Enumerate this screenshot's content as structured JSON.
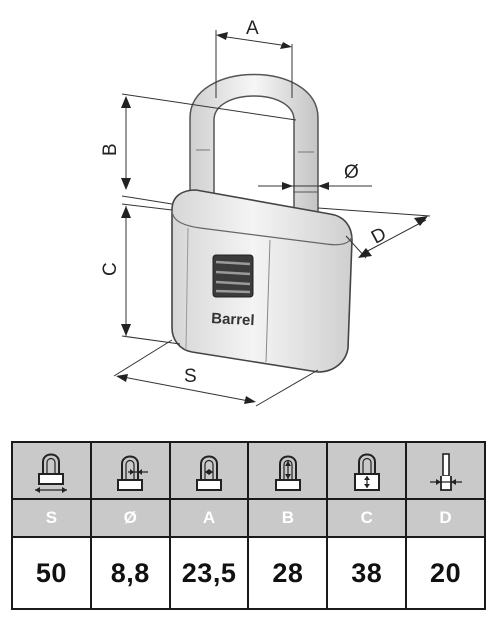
{
  "drawing": {
    "brand": "Barrel",
    "dimension_letters": {
      "a": "A",
      "b": "B",
      "c": "C",
      "d": "D",
      "s": "S",
      "diameter": "Ø"
    }
  },
  "table": {
    "columns": [
      {
        "key": "S",
        "label": "S",
        "value": "50",
        "icon": "padlock-body-width-icon"
      },
      {
        "key": "diameter",
        "label": "Ø",
        "value": "8,8",
        "icon": "padlock-shackle-diameter-icon"
      },
      {
        "key": "A",
        "label": "A",
        "value": "23,5",
        "icon": "padlock-shackle-inner-width-icon"
      },
      {
        "key": "B",
        "label": "B",
        "value": "28",
        "icon": "padlock-shackle-clearance-icon"
      },
      {
        "key": "C",
        "label": "C",
        "value": "38",
        "icon": "padlock-body-height-icon"
      },
      {
        "key": "D",
        "label": "D",
        "value": "20",
        "icon": "padlock-body-depth-icon"
      }
    ]
  },
  "colors": {
    "header_bg": "#c9c9c9",
    "header_text": "#ffffff",
    "border": "#1a1a1a",
    "value_text": "#111111"
  }
}
